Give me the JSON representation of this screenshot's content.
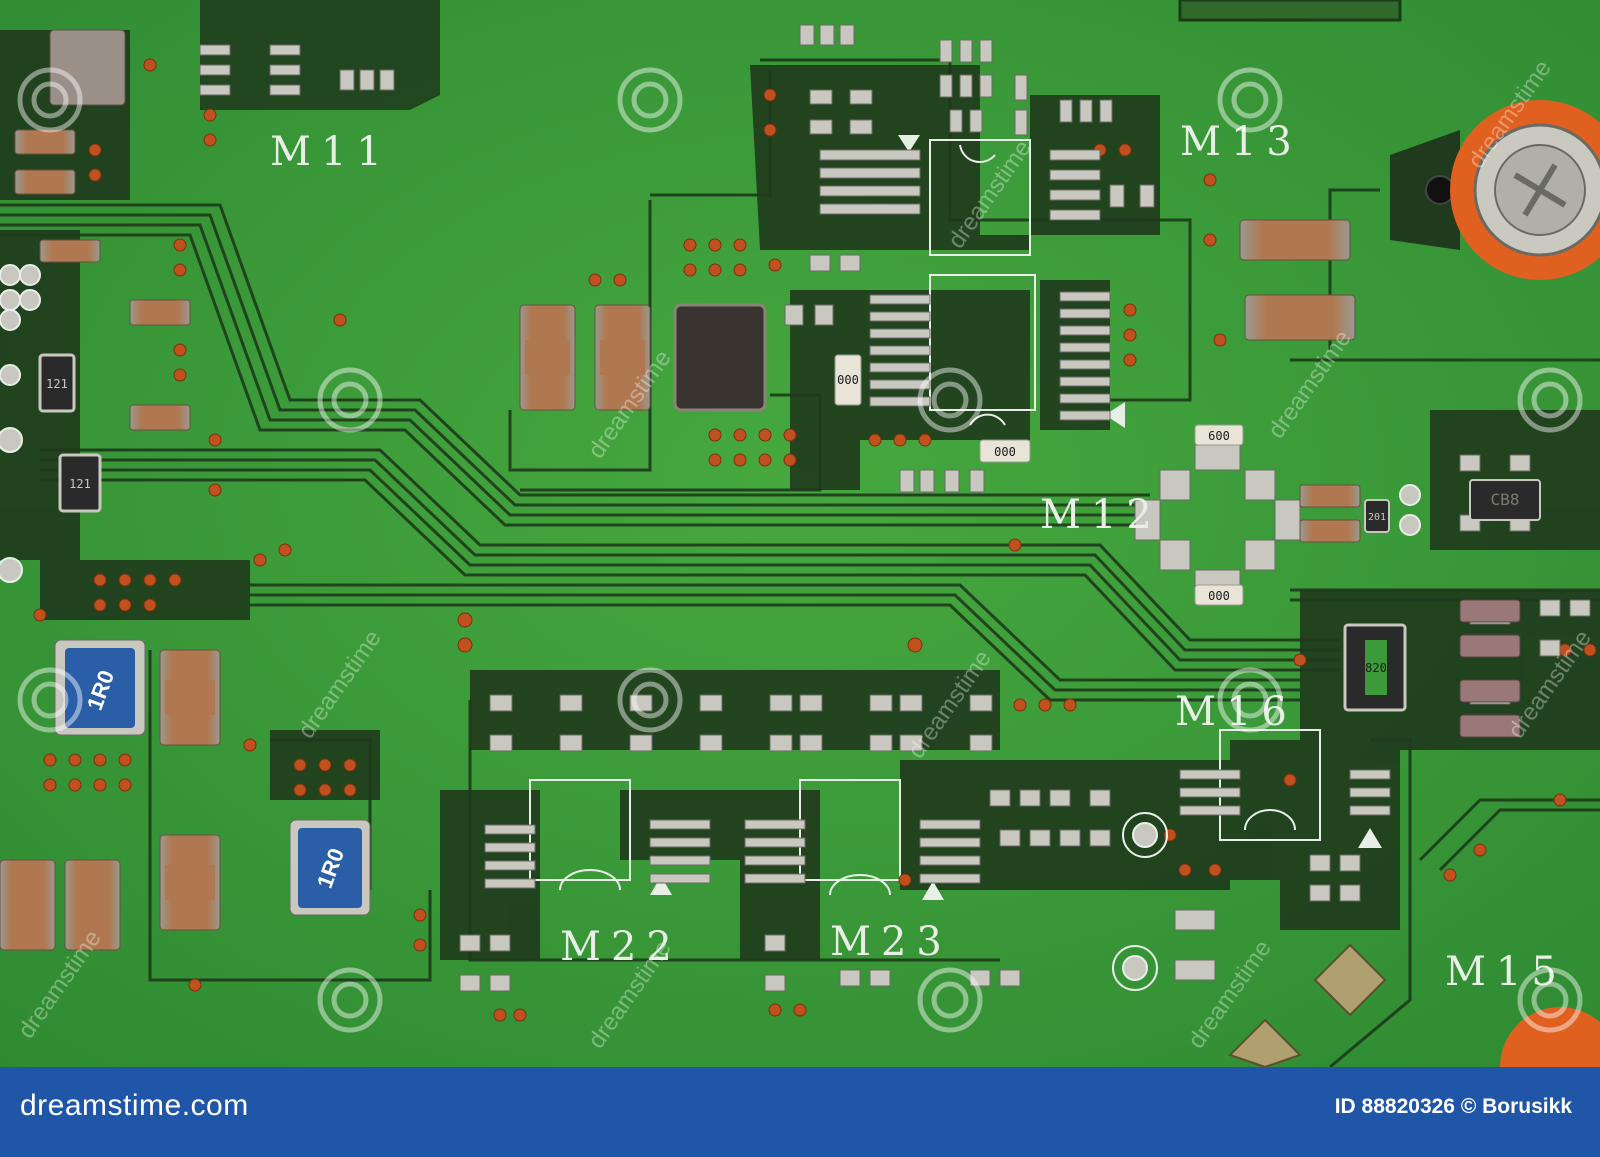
{
  "photo": {
    "description_colors": {
      "board": "#3d9a3a",
      "trace": "#1d3a1a",
      "pad": "#c8c8c0",
      "via": "#c0501e",
      "silkscreen": "#e8efe6",
      "capacitor": "#b07850",
      "inductor": "#2a5fa8",
      "mount_ring": "#e06020"
    },
    "silkscreen_labels": [
      "M11",
      "M13",
      "M12",
      "M16",
      "M22",
      "M23",
      "M15"
    ],
    "component_markings": {
      "r1": "121",
      "r2": "121",
      "r3": "000",
      "r4": "000",
      "r5": "600",
      "r6": "000",
      "r7": "201",
      "r8": "820",
      "ic": "CB8",
      "ind1": "1R0",
      "ind2": "1R0"
    },
    "watermark_text": "dreamstime"
  },
  "footer": {
    "brand": "dreamstime.com",
    "credit": "ID 88820326 © Borusikk",
    "bg_color": "#1f56a8"
  }
}
